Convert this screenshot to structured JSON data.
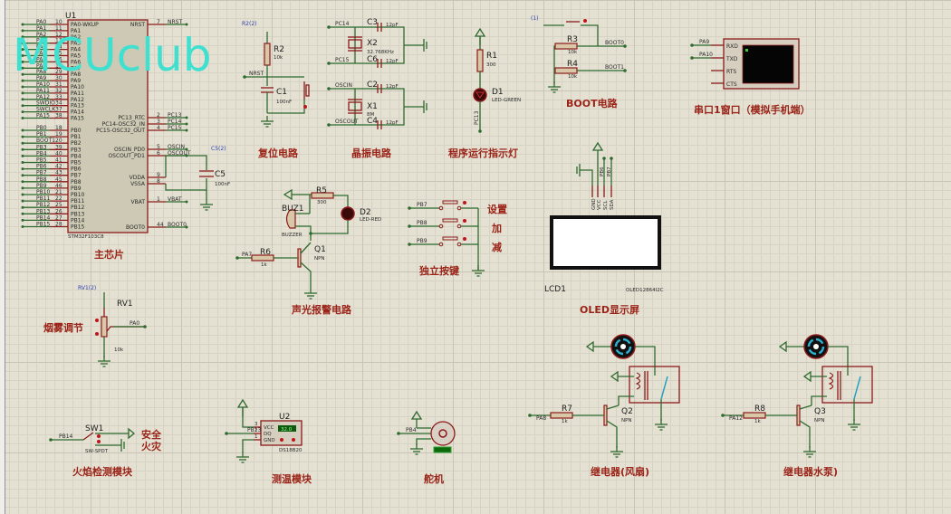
{
  "watermark": "MCUclub",
  "mcu": {
    "ref": "U1",
    "part": "STM32F103C8",
    "title": "主芯片",
    "left_pins": [
      {
        "net": "PA0",
        "num": "10",
        "name": "PA0-WKUP"
      },
      {
        "net": "PA1",
        "num": "11",
        "name": "PA1"
      },
      {
        "net": "PA2",
        "num": "12",
        "name": "PA2"
      },
      {
        "net": "PA3",
        "num": "13",
        "name": "PA3"
      },
      {
        "net": "PA4",
        "num": "14",
        "name": "PA4"
      },
      {
        "net": "PA5",
        "num": "15",
        "name": "PA5"
      },
      {
        "net": "PA6",
        "num": "16",
        "name": "PA6"
      },
      {
        "net": "PA7",
        "num": "17",
        "name": "PA7"
      },
      {
        "net": "PA8",
        "num": "29",
        "name": "PA8"
      },
      {
        "net": "PA9",
        "num": "30",
        "name": "PA9"
      },
      {
        "net": "PA10",
        "num": "31",
        "name": "PA10"
      },
      {
        "net": "PA11",
        "num": "32",
        "name": "PA11"
      },
      {
        "net": "PA12",
        "num": "33",
        "name": "PA12"
      },
      {
        "net": "SWDIO",
        "num": "34",
        "name": "PA13"
      },
      {
        "net": "SWCLK",
        "num": "37",
        "name": "PA14"
      },
      {
        "net": "PA15",
        "num": "38",
        "name": "PA15"
      },
      {
        "net": "PB0",
        "num": "18",
        "name": "PB0"
      },
      {
        "net": "PB1",
        "num": "19",
        "name": "PB1"
      },
      {
        "net": "BOOT1",
        "num": "20",
        "name": "PB2"
      },
      {
        "net": "PB3",
        "num": "39",
        "name": "PB3"
      },
      {
        "net": "PB4",
        "num": "40",
        "name": "PB4"
      },
      {
        "net": "PB5",
        "num": "41",
        "name": "PB5"
      },
      {
        "net": "PB6",
        "num": "42",
        "name": "PB6"
      },
      {
        "net": "PB7",
        "num": "43",
        "name": "PB7"
      },
      {
        "net": "PB8",
        "num": "45",
        "name": "PB8"
      },
      {
        "net": "PB9",
        "num": "46",
        "name": "PB9"
      },
      {
        "net": "PB10",
        "num": "21",
        "name": "PB10"
      },
      {
        "net": "PB11",
        "num": "22",
        "name": "PB11"
      },
      {
        "net": "PB12",
        "num": "25",
        "name": "PB12"
      },
      {
        "net": "PB13",
        "num": "26",
        "name": "PB13"
      },
      {
        "net": "PB14",
        "num": "27",
        "name": "PB14"
      },
      {
        "net": "PB15",
        "num": "28",
        "name": "PB15"
      }
    ],
    "right_pins": [
      {
        "net": "NRST",
        "num": "7",
        "name": "NRST"
      },
      {
        "net": "PC13",
        "num": "2",
        "name": "PC13_RTC"
      },
      {
        "net": "PC14",
        "num": "3",
        "name": "PC14-OSC32_IN"
      },
      {
        "net": "PC15",
        "num": "4",
        "name": "PC15-OSC32_OUT"
      },
      {
        "net": "OSCIN",
        "num": "5",
        "name": "OSCIN_PD0"
      },
      {
        "net": "OSCOUT",
        "num": "6",
        "name": "OSCOUT_PD1"
      },
      {
        "net": "",
        "num": "9",
        "name": "VDDA"
      },
      {
        "net": "",
        "num": "8",
        "name": "VSSA"
      },
      {
        "net": "VBAT",
        "num": "1",
        "name": "VBAT"
      },
      {
        "net": "BOOT0",
        "num": "44",
        "name": "BOOT0"
      }
    ]
  },
  "c5": {
    "ref": "C5",
    "val": "100nF",
    "probe": "C5(2)"
  },
  "reset": {
    "probe": "R2(2)",
    "r_ref": "R2",
    "r_val": "10k",
    "net": "NRST",
    "c_ref": "C1",
    "c_val": "100nF",
    "title": "复位电路"
  },
  "crystal": {
    "pc14": "PC14",
    "pc15": "PC15",
    "oscin": "OSCIN",
    "oscout": "OSCOUT",
    "c3": "C3",
    "c6": "C6",
    "c2": "C2",
    "c4": "C4",
    "cval": "12pF",
    "x2": "X2",
    "x2val": "32.768KHz",
    "x1": "X1",
    "x1val": "8M",
    "title": "晶振电路"
  },
  "run_led": {
    "r_ref": "R1",
    "r_val": "300",
    "d_ref": "D1",
    "d_val": "LED-GREEN",
    "net": "PC13",
    "title": "程序运行指示灯"
  },
  "boot": {
    "probe": "(1)",
    "r3": "R3",
    "r4": "R4",
    "rval": "10k",
    "boot0": "BOOT0",
    "boot1": "BOOT1",
    "title": "BOOT电路"
  },
  "terminal": {
    "pa9": "PA9",
    "pa10": "PA10",
    "pins": [
      "RXD",
      "TXD",
      "RTS",
      "CTS"
    ],
    "title": "串口1窗口（模拟手机端）"
  },
  "oled": {
    "pins": [
      "GND",
      "VCC",
      "SCL",
      "SDA"
    ],
    "nets": [
      "PB6",
      "PB7"
    ],
    "ref": "LCD1",
    "part": "OLED12864I2C",
    "title": "OLED显示屏"
  },
  "alarm": {
    "r5": "R5",
    "r5val": "300",
    "d2": "D2",
    "d2val": "LED-RED",
    "buz": "BUZ1",
    "buzval": "BUZZER",
    "q": "Q1",
    "qval": "NPN",
    "r6": "R6",
    "r6val": "1k",
    "net": "PA7",
    "title": "声光报警电路"
  },
  "keys": {
    "nets": [
      "PB7",
      "PB8",
      "PB9"
    ],
    "labels": [
      "设置",
      "加",
      "减"
    ],
    "title": "独立按键"
  },
  "smoke": {
    "probe": "RV1(2)",
    "ref": "RV1",
    "val": "10k",
    "net": "PA0",
    "title": "烟雾调节"
  },
  "flame": {
    "ref": "SW1",
    "val": "SW-SPDT",
    "net": "PB14",
    "safe": "安全",
    "fire": "火灾",
    "title": "火焰检测模块"
  },
  "temp": {
    "ref": "U2",
    "part": "DS18B20",
    "net": "PB13",
    "pins": [
      "VCC",
      "DQ",
      "GND"
    ],
    "nums": [
      "3",
      "2",
      "1"
    ],
    "reading": "32.0",
    "title": "测温模块"
  },
  "servo": {
    "net": "PB4",
    "title": "舵机"
  },
  "relay_fan": {
    "r": "R7",
    "rval": "1k",
    "net": "PA8",
    "q": "Q2",
    "qval": "NPN",
    "title": "继电器(风扇)"
  },
  "relay_pump": {
    "r": "R8",
    "rval": "1k",
    "net": "PA12",
    "q": "Q3",
    "qval": "NPN",
    "title": "继电器水泵)"
  },
  "colors": {
    "wire": "#2f6a2f",
    "component": "#8b1a1a",
    "title": "#9b2418",
    "watermark": "#3fe0cf",
    "background": "#e4e1d3"
  }
}
